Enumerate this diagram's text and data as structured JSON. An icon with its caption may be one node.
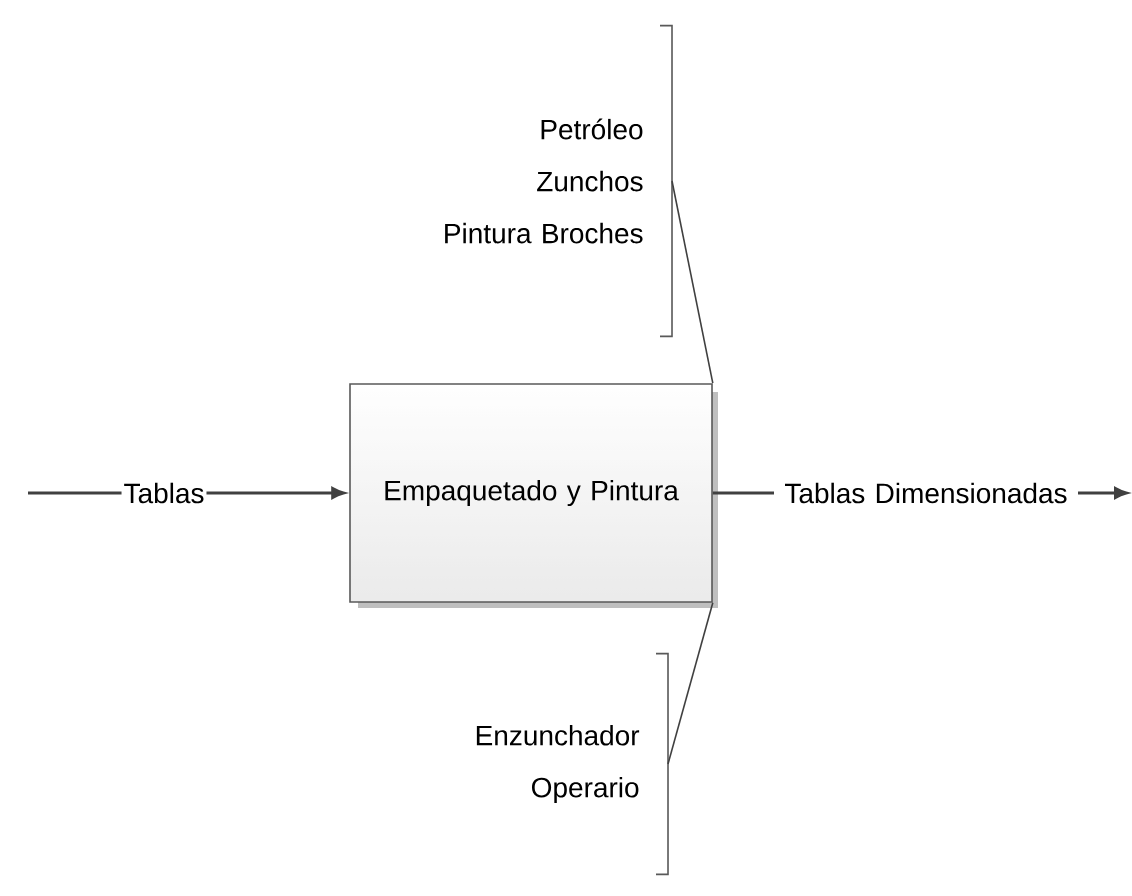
{
  "diagram": {
    "nodes": [
      {
        "text": [
          "Empaquetado y Pintura"
        ]
      },
      {
        "text": [
          "Petróleo Zunchos Pintura Broches"
        ]
      },
      {
        "text": [
          "Enzunchador Operario"
        ]
      }
    ],
    "edges": [
      {
        "from": null,
        "to": 0,
        "arrow": "to",
        "label": "Tablas"
      },
      {
        "from": 0,
        "to": null,
        "arrow": "to",
        "label": "Tablas Dimensionadas"
      },
      {
        "from": 1,
        "to": 0,
        "arrow": "none"
      },
      {
        "from": 2,
        "to": 0,
        "arrow": "none"
      }
    ]
  }
}
